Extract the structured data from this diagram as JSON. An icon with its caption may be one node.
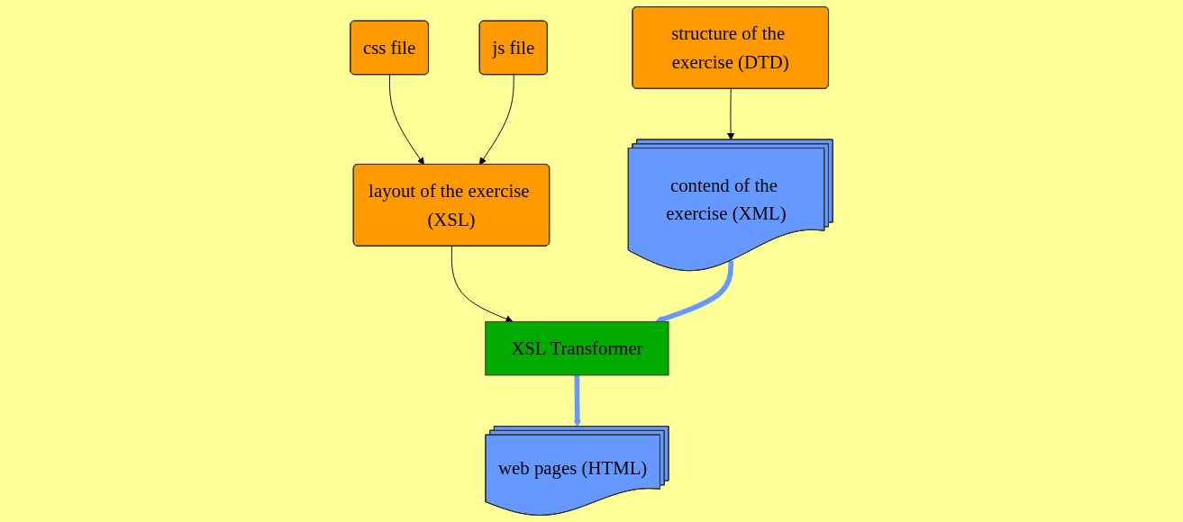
{
  "diagram": {
    "nodes": [
      {
        "text": [
          "structure of the exercise (DTD)"
        ]
      },
      {
        "text": [
          "layout of the exercise (XSL)"
        ]
      },
      {
        "text": [
          "css file"
        ]
      },
      {
        "text": [
          "js file"
        ]
      },
      {
        "text": [
          "contend of the exercise (XML)"
        ]
      },
      {
        "text": [
          "XSL Transformer"
        ]
      },
      {
        "text": [
          "web pages (HTML)"
        ]
      }
    ],
    "edges": [
      {
        "from": 0,
        "to": 4,
        "arrow": "to"
      },
      {
        "from": 2,
        "to": 1,
        "arrow": "to"
      },
      {
        "from": 3,
        "to": 1,
        "arrow": "to"
      },
      {
        "from": 1,
        "to": 5,
        "arrow": "to"
      },
      {
        "from": 4,
        "to": 5,
        "arrow": "to",
        "style": "thick",
        "color": "#6699ff"
      },
      {
        "from": 5,
        "to": 6,
        "arrow": "to",
        "style": "thick",
        "color": "#6699ff"
      }
    ]
  }
}
